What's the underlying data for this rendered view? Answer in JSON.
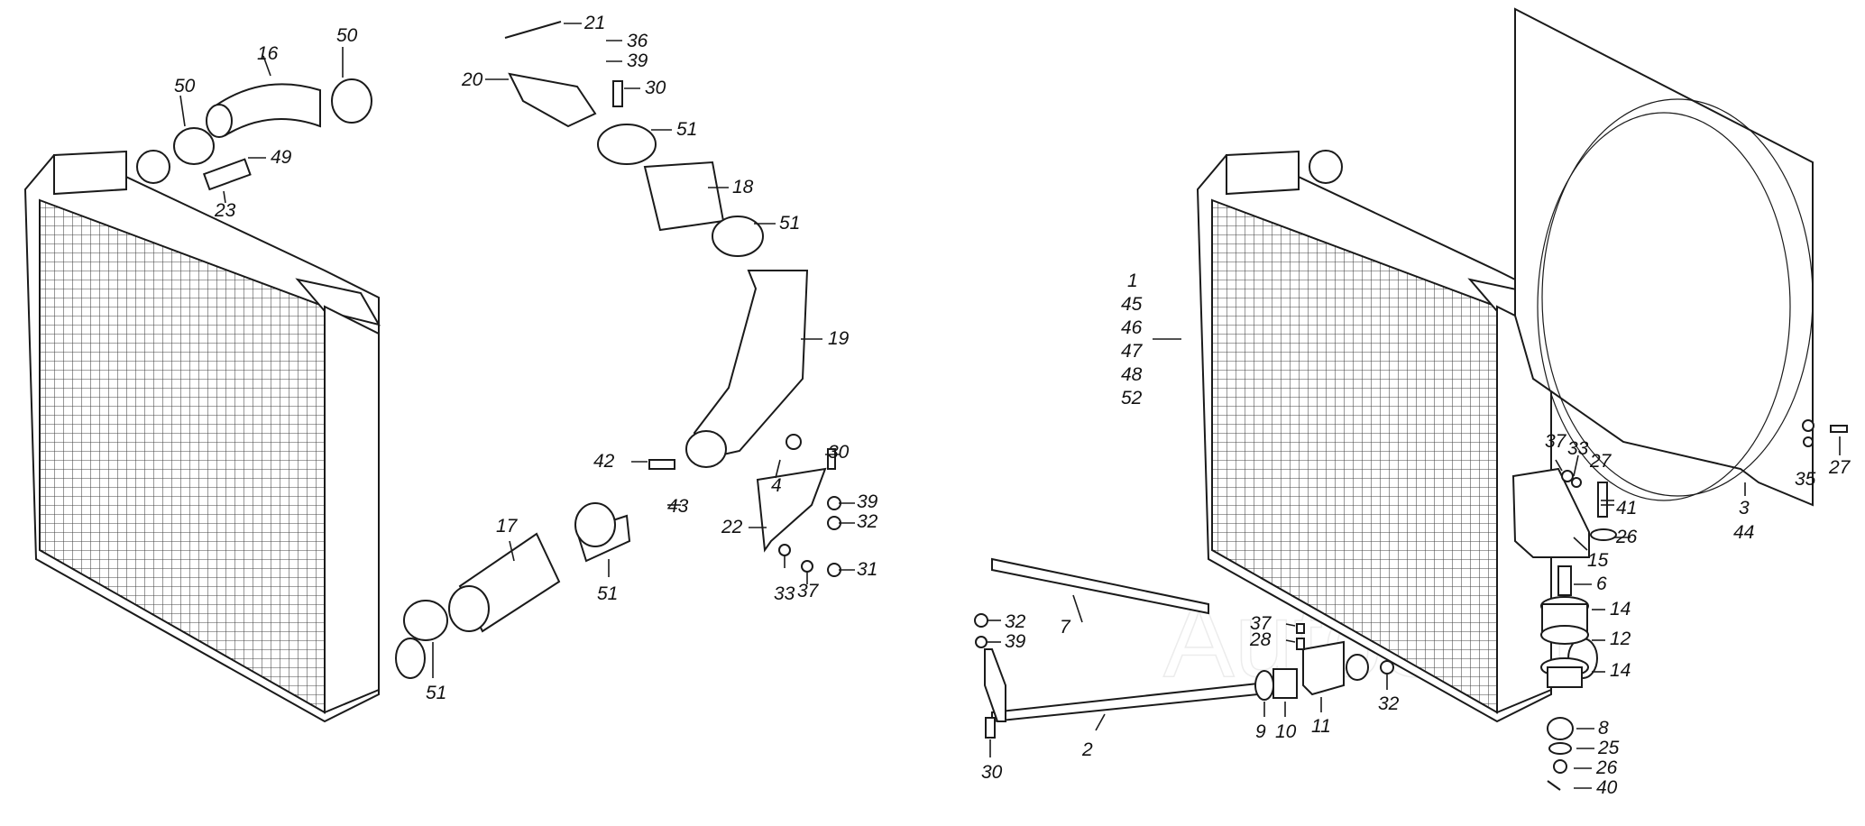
{
  "watermark": "AutoSoft",
  "left_assembly": {
    "callouts": [
      "21",
      "36",
      "39",
      "30",
      "20",
      "51",
      "18",
      "51",
      "19",
      "16",
      "50",
      "50",
      "49",
      "23",
      "42",
      "43",
      "4",
      "30",
      "39",
      "32",
      "22",
      "33",
      "37",
      "31",
      "17",
      "51",
      "51"
    ]
  },
  "right_assembly": {
    "callouts": [
      "1",
      "45",
      "46",
      "47",
      "48",
      "52",
      "3",
      "44",
      "35",
      "27",
      "37",
      "33",
      "27",
      "41",
      "26",
      "15",
      "6",
      "14",
      "12",
      "14",
      "8",
      "25",
      "26",
      "40",
      "7",
      "32",
      "39",
      "30",
      "2",
      "37",
      "28",
      "9",
      "10",
      "11",
      "32"
    ]
  },
  "colors": {
    "ink": "#1a1a1a",
    "background": "#ffffff",
    "watermark": "#ececec"
  }
}
